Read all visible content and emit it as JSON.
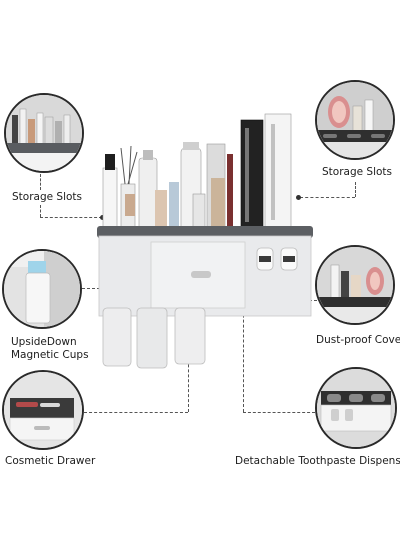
{
  "callouts": {
    "storage_left": "Storage Slots",
    "storage_right": "Storage Slots",
    "cups_line1": "UpsideDown",
    "cups_line2": "Magnetic Cups",
    "dustproof": "Dust-proof Cover",
    "drawer": "Cosmetic Drawer",
    "dispenser": "Detachable Toothpaste Dispenser"
  },
  "colors": {
    "body": "#e9eaec",
    "rim": "#5c5f63",
    "outline": "#2a2a2a",
    "dash": "#555555"
  }
}
